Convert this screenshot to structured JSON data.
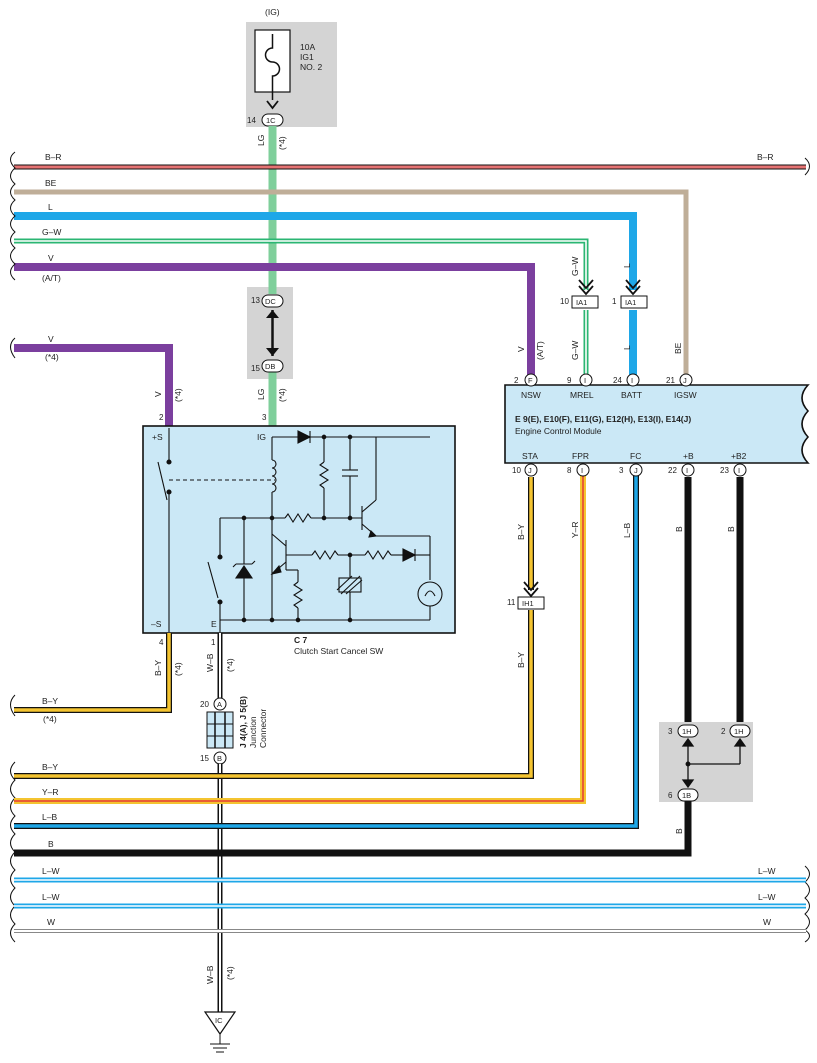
{
  "fuse": {
    "supply": "(IG)",
    "line1": "10A",
    "line2": "IG1",
    "line3": "NO. 2",
    "pin": "14",
    "connector": "1C"
  },
  "lg_wire": {
    "color_code": "LG",
    "note": "(*4)",
    "color": "#7fcf9b"
  },
  "bus_wires_top": [
    {
      "label": "B–R",
      "right_label": "B–R",
      "color": "#e57373"
    },
    {
      "label": "BE",
      "note": "",
      "color": "#bfae98"
    },
    {
      "label": "L",
      "color": "#1ea7e8"
    },
    {
      "label": "G–W",
      "color": "#2bb673"
    },
    {
      "label": "V",
      "note": "(A/T)",
      "color": "#7b3f9e"
    }
  ],
  "bus_wires_bottom": [
    {
      "label": "B–Y",
      "color": "#f4c430"
    },
    {
      "label": "Y–R",
      "color": "#f4a41c"
    },
    {
      "label": "L–B",
      "color": "#1ea7e8"
    },
    {
      "label": "B",
      "color": "#111111"
    },
    {
      "label": "L–W",
      "right_label": "L–W",
      "color": "#1ea7e8"
    },
    {
      "label": "L–W",
      "right_label": "L–W",
      "color": "#1ea7e8"
    },
    {
      "label": "W",
      "right_label": "W",
      "color": "#bbbbbb"
    }
  ],
  "v_wire": {
    "label": "V",
    "note": "(*4)",
    "color": "#7b3f9e"
  },
  "by_left_wire": {
    "label": "B–Y",
    "note": "(*4)"
  },
  "junction_dc_db": {
    "pin_top": "13",
    "conn_top": "DC",
    "pin_bottom": "15",
    "conn_bottom": "DB"
  },
  "clutch_switch": {
    "code": "C 7",
    "name": "Clutch Start Cancel SW",
    "pin_s_plus": "2",
    "pin_ig": "3",
    "pin_s_minus": "4",
    "pin_e": "1",
    "label_s_plus": "+S",
    "label_ig": "IG",
    "label_s_minus": "–S",
    "label_e": "E",
    "wire_s_plus": "V",
    "wire_ig": "LG",
    "wire_s_minus": "B–Y",
    "wire_e": "W–B",
    "note": "(*4)"
  },
  "junction_connector": {
    "code": "J 4(A), J 5(B)",
    "line1": "Junction",
    "line2": "Connector",
    "pin_a": "20",
    "conn_a": "A",
    "pin_b": "15",
    "conn_b": "B"
  },
  "ground": {
    "wire": "W–B",
    "note": "(*4)",
    "conn": "IC"
  },
  "ecm": {
    "codes": "E 9(E), E10(F), E11(G), E12(H), E13(I), E14(J)",
    "name": "Engine Control Module",
    "top_pins": [
      {
        "pin": "2",
        "conn": "F",
        "name": "NSW",
        "wire": "V",
        "note": "(A/T)"
      },
      {
        "pin": "9",
        "conn": "I",
        "name": "MREL",
        "wire": "G–W"
      },
      {
        "pin": "24",
        "conn": "I",
        "name": "BATT",
        "wire": "L"
      },
      {
        "pin": "21",
        "conn": "J",
        "name": "IGSW",
        "wire": "BE"
      }
    ],
    "bottom_pins": [
      {
        "pin": "10",
        "conn": "J",
        "name": "STA",
        "wire": "B–Y"
      },
      {
        "pin": "8",
        "conn": "I",
        "name": "FPR",
        "wire": "Y–R"
      },
      {
        "pin": "3",
        "conn": "J",
        "name": "FC",
        "wire": "L–B"
      },
      {
        "pin": "22",
        "conn": "I",
        "name": "+B",
        "wire": "B"
      },
      {
        "pin": "23",
        "conn": "I",
        "name": "+B2",
        "wire": "B"
      }
    ]
  },
  "ia1_connectors": [
    {
      "pin": "10",
      "conn": "IA1",
      "wire": "G–W"
    },
    {
      "pin": "1",
      "conn": "IA1",
      "wire": "L"
    }
  ],
  "ih1_connector": {
    "pin": "11",
    "conn": "IH1",
    "wire": "B–Y"
  },
  "junction_1h": {
    "pin_left": "3",
    "conn_left": "1H",
    "pin_right": "2",
    "conn_right": "1H",
    "pin_bottom": "6",
    "conn_bottom": "1B",
    "wire": "B"
  }
}
